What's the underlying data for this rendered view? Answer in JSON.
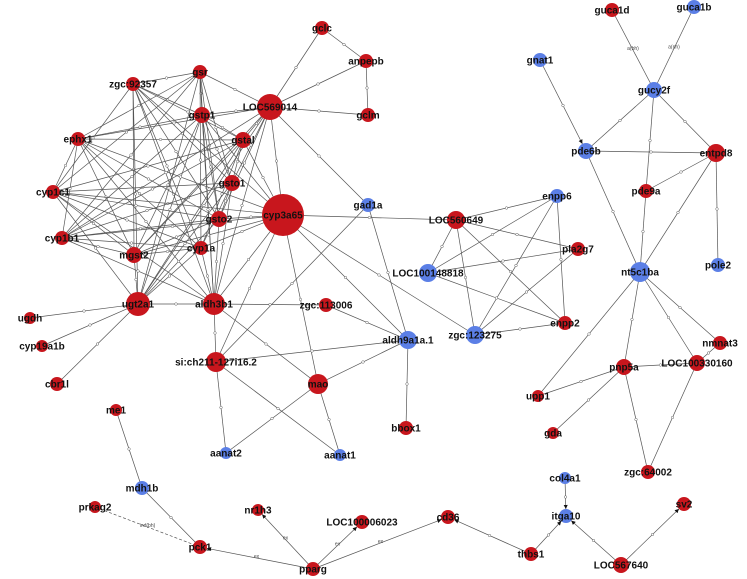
{
  "colors": {
    "red": "#c8161d",
    "blue": "#5b7fe6",
    "edge": "#555555"
  },
  "nodes": [
    {
      "id": "gclc",
      "label": "gclc",
      "group": "red"
    },
    {
      "id": "anpepb",
      "label": "anpepb",
      "group": "red"
    },
    {
      "id": "gclm",
      "label": "gclm",
      "group": "red"
    },
    {
      "id": "zgc92357",
      "label": "zgc:92357",
      "group": "red"
    },
    {
      "id": "gsr",
      "label": "gsr",
      "group": "red"
    },
    {
      "id": "LOC569014",
      "label": "LOC569014",
      "group": "red"
    },
    {
      "id": "gstp1",
      "label": "gstp1",
      "group": "red"
    },
    {
      "id": "ephx1",
      "label": "ephx1",
      "group": "red"
    },
    {
      "id": "gstal",
      "label": "gstal",
      "group": "red"
    },
    {
      "id": "cyp1c1",
      "label": "cyp1c1",
      "group": "red"
    },
    {
      "id": "gsto1",
      "label": "gsto1",
      "group": "red"
    },
    {
      "id": "cyp3a65",
      "label": "cyp3a65",
      "group": "red"
    },
    {
      "id": "gad1a",
      "label": "gad1a",
      "group": "blue"
    },
    {
      "id": "gsto2",
      "label": "gsto2",
      "group": "red"
    },
    {
      "id": "cyp1b1",
      "label": "cyp1b1",
      "group": "red"
    },
    {
      "id": "mgst2",
      "label": "mgst2",
      "group": "red"
    },
    {
      "id": "cyp1a",
      "label": "cyp1a",
      "group": "red"
    },
    {
      "id": "ugt2a1",
      "label": "ugt2a1",
      "group": "red"
    },
    {
      "id": "aldh3b1",
      "label": "aldh3b1",
      "group": "red"
    },
    {
      "id": "zgc113006",
      "label": "zgc:113006",
      "group": "red"
    },
    {
      "id": "ugdh",
      "label": "ugdh",
      "group": "red"
    },
    {
      "id": "cyp19a1b",
      "label": "cyp19a1b",
      "group": "red"
    },
    {
      "id": "cbr1l",
      "label": "cbr1l",
      "group": "red"
    },
    {
      "id": "sich211",
      "label": "si:ch211-127i16.2",
      "group": "red"
    },
    {
      "id": "mao",
      "label": "mao",
      "group": "red"
    },
    {
      "id": "aldh9a1a1",
      "label": "aldh9a1a.1",
      "group": "blue"
    },
    {
      "id": "bbox1",
      "label": "bbox1",
      "group": "red"
    },
    {
      "id": "aanat2",
      "label": "aanat2",
      "group": "blue"
    },
    {
      "id": "aanat1",
      "label": "aanat1",
      "group": "blue"
    },
    {
      "id": "me1",
      "label": "me1",
      "group": "red"
    },
    {
      "id": "mdh1b",
      "label": "mdh1b",
      "group": "blue"
    },
    {
      "id": "prkag2",
      "label": "prkag2",
      "group": "red"
    },
    {
      "id": "pck1",
      "label": "pck1",
      "group": "red"
    },
    {
      "id": "nr1h3",
      "label": "nr1h3",
      "group": "red"
    },
    {
      "id": "LOC100006023",
      "label": "LOC100006023",
      "group": "red"
    },
    {
      "id": "pparg",
      "label": "pparg",
      "group": "red"
    },
    {
      "id": "cd36",
      "label": "cd36",
      "group": "red"
    },
    {
      "id": "thbs1",
      "label": "thbs1",
      "group": "red"
    },
    {
      "id": "col4a1",
      "label": "col4a1",
      "group": "blue"
    },
    {
      "id": "itga10",
      "label": "itga10",
      "group": "blue"
    },
    {
      "id": "LOC567640",
      "label": "LOC567640",
      "group": "red"
    },
    {
      "id": "sv2",
      "label": "sv2",
      "group": "red"
    },
    {
      "id": "guca1d",
      "label": "guca1d",
      "group": "red"
    },
    {
      "id": "guca1b",
      "label": "guca1b",
      "group": "blue"
    },
    {
      "id": "gnat1",
      "label": "gnat1",
      "group": "blue"
    },
    {
      "id": "gucy2f",
      "label": "gucy2f",
      "group": "blue"
    },
    {
      "id": "pde6b",
      "label": "pde6b",
      "group": "blue"
    },
    {
      "id": "entpd8",
      "label": "entpd8",
      "group": "red"
    },
    {
      "id": "pde9a",
      "label": "pde9a",
      "group": "red"
    },
    {
      "id": "enpp6",
      "label": "enpp6",
      "group": "blue"
    },
    {
      "id": "LOC560649",
      "label": "LOC560649",
      "group": "red"
    },
    {
      "id": "pla2g7",
      "label": "pla2g7",
      "group": "red"
    },
    {
      "id": "LOC100148818",
      "label": "LOC100148818",
      "group": "blue"
    },
    {
      "id": "pole2",
      "label": "pole2",
      "group": "blue"
    },
    {
      "id": "nt5c1ba",
      "label": "nt5c1ba",
      "group": "blue"
    },
    {
      "id": "zgc123275",
      "label": "zgc:123275",
      "group": "blue"
    },
    {
      "id": "enpp2",
      "label": "enpp2",
      "group": "red"
    },
    {
      "id": "nmnat3",
      "label": "nmnat3",
      "group": "red"
    },
    {
      "id": "pnp5a",
      "label": "pnp5a",
      "group": "red"
    },
    {
      "id": "upp1",
      "label": "upp1",
      "group": "red"
    },
    {
      "id": "gda",
      "label": "gda",
      "group": "red"
    },
    {
      "id": "LOC100330160",
      "label": "LOC100330160",
      "group": "red"
    },
    {
      "id": "zgc64002",
      "label": "zgc:64002",
      "group": "red"
    }
  ],
  "clique": [
    "zgc92357",
    "gsr",
    "gstp1",
    "ephx1",
    "gstal",
    "cyp1c1",
    "gsto1",
    "gsto2",
    "cyp1b1",
    "mgst2",
    "cyp1a",
    "ugt2a1",
    "aldh3b1",
    "LOC569014",
    "cyp3a65"
  ],
  "edges": [
    {
      "s": "LOC569014",
      "t": "gclc",
      "label": "c"
    },
    {
      "s": "LOC569014",
      "t": "anpepb",
      "label": "c"
    },
    {
      "s": "LOC569014",
      "t": "gclm",
      "label": "c"
    },
    {
      "s": "gclc",
      "t": "anpepb",
      "label": "c"
    },
    {
      "s": "anpepb",
      "t": "gclm",
      "label": "c"
    },
    {
      "s": "LOC569014",
      "t": "gad1a",
      "label": "c"
    },
    {
      "s": "cyp3a65",
      "t": "LOC560649",
      "label": "c"
    },
    {
      "s": "cyp3a65",
      "t": "zgc123275",
      "label": "c"
    },
    {
      "s": "cyp3a65",
      "t": "aldh9a1a1",
      "label": "c"
    },
    {
      "s": "cyp3a65",
      "t": "mao",
      "label": "c"
    },
    {
      "s": "cyp3a65",
      "t": "sich211",
      "label": "c"
    },
    {
      "s": "gad1a",
      "t": "sich211",
      "label": "c"
    },
    {
      "s": "gad1a",
      "t": "aldh9a1a1",
      "label": "c"
    },
    {
      "s": "ugt2a1",
      "t": "ugdh",
      "label": "c"
    },
    {
      "s": "ugt2a1",
      "t": "cyp19a1b",
      "label": "c"
    },
    {
      "s": "ugt2a1",
      "t": "cbr1l",
      "label": "c"
    },
    {
      "s": "aldh3b1",
      "t": "zgc113006",
      "label": "c"
    },
    {
      "s": "aldh3b1",
      "t": "sich211",
      "label": "c"
    },
    {
      "s": "aldh3b1",
      "t": "mao",
      "label": "c"
    },
    {
      "s": "zgc113006",
      "t": "aldh9a1a1",
      "label": "c"
    },
    {
      "s": "sich211",
      "t": "aldh9a1a1",
      "label": "c"
    },
    {
      "s": "sich211",
      "t": "aanat2",
      "label": "c"
    },
    {
      "s": "sich211",
      "t": "aanat1",
      "label": "c"
    },
    {
      "s": "mao",
      "t": "aanat2",
      "label": "c"
    },
    {
      "s": "mao",
      "t": "aanat1",
      "label": "c"
    },
    {
      "s": "mao",
      "t": "aldh9a1a1",
      "label": "c"
    },
    {
      "s": "aldh9a1a1",
      "t": "bbox1",
      "label": "c"
    },
    {
      "s": "LOC560649",
      "t": "enpp6",
      "label": "c"
    },
    {
      "s": "LOC560649",
      "t": "pla2g7",
      "label": "c"
    },
    {
      "s": "LOC560649",
      "t": "LOC100148818",
      "label": "c"
    },
    {
      "s": "LOC560649",
      "t": "zgc123275",
      "label": "c"
    },
    {
      "s": "LOC560649",
      "t": "enpp2",
      "label": "c"
    },
    {
      "s": "enpp6",
      "t": "LOC100148818",
      "label": "c"
    },
    {
      "s": "enpp6",
      "t": "zgc123275",
      "label": "c"
    },
    {
      "s": "enpp6",
      "t": "enpp2",
      "label": "c"
    },
    {
      "s": "pla2g7",
      "t": "LOC100148818",
      "label": "c"
    },
    {
      "s": "pla2g7",
      "t": "zgc123275",
      "label": "c"
    },
    {
      "s": "LOC100148818",
      "t": "enpp2",
      "label": "c"
    },
    {
      "s": "zgc123275",
      "t": "enpp2",
      "label": "c"
    },
    {
      "s": "gnat1",
      "t": "pde6b",
      "label": "c",
      "arrow": true
    },
    {
      "s": "guca1d",
      "t": "gucy2f",
      "label": "a(bh)"
    },
    {
      "s": "guca1b",
      "t": "gucy2f",
      "label": "a(nh)"
    },
    {
      "s": "gucy2f",
      "t": "pde6b",
      "label": "c"
    },
    {
      "s": "gucy2f",
      "t": "pde9a",
      "label": "c"
    },
    {
      "s": "gucy2f",
      "t": "entpd8",
      "label": "c"
    },
    {
      "s": "pde6b",
      "t": "entpd8",
      "label": "c"
    },
    {
      "s": "pde6b",
      "t": "nt5c1ba",
      "label": "c"
    },
    {
      "s": "pde9a",
      "t": "entpd8",
      "label": "c"
    },
    {
      "s": "pde9a",
      "t": "nt5c1ba",
      "label": "c"
    },
    {
      "s": "entpd8",
      "t": "nt5c1ba",
      "label": "c"
    },
    {
      "s": "entpd8",
      "t": "pole2",
      "label": "c"
    },
    {
      "s": "nt5c1ba",
      "t": "upp1",
      "label": "c"
    },
    {
      "s": "nt5c1ba",
      "t": "pnp5a",
      "label": "c"
    },
    {
      "s": "nt5c1ba",
      "t": "LOC100330160",
      "label": "c"
    },
    {
      "s": "nt5c1ba",
      "t": "nmnat3",
      "label": "c"
    },
    {
      "s": "pnp5a",
      "t": "upp1",
      "label": "c"
    },
    {
      "s": "pnp5a",
      "t": "gda",
      "label": "c"
    },
    {
      "s": "pnp5a",
      "t": "zgc64002",
      "label": "c"
    },
    {
      "s": "pnp5a",
      "t": "LOC100330160",
      "label": "c"
    },
    {
      "s": "nmnat3",
      "t": "LOC100330160",
      "label": "c"
    },
    {
      "s": "LOC100330160",
      "t": "zgc64002",
      "label": "c"
    },
    {
      "s": "me1",
      "t": "mdh1b",
      "label": "c"
    },
    {
      "s": "mdh1b",
      "t": "pck1",
      "label": "c"
    },
    {
      "s": "prkag2",
      "t": "pck1",
      "label": "ind(bh)",
      "dashed": true
    },
    {
      "s": "pparg",
      "t": "pck1",
      "label": "ex",
      "arrow": true
    },
    {
      "s": "pparg",
      "t": "nr1h3",
      "label": "ex",
      "arrow": true
    },
    {
      "s": "pparg",
      "t": "LOC100006023",
      "label": "ex",
      "arrow": true
    },
    {
      "s": "pparg",
      "t": "cd36",
      "label": "ex",
      "arrow": true
    },
    {
      "s": "thbs1",
      "t": "cd36",
      "label": "c",
      "arrow": true
    },
    {
      "s": "thbs1",
      "t": "itga10",
      "label": "c",
      "arrow": true
    },
    {
      "s": "col4a1",
      "t": "itga10",
      "label": "c",
      "arrow": true
    },
    {
      "s": "LOC567640",
      "t": "itga10",
      "label": "c",
      "arrow": true
    },
    {
      "s": "LOC567640",
      "t": "sv2",
      "label": "c",
      "arrow": true
    }
  ]
}
